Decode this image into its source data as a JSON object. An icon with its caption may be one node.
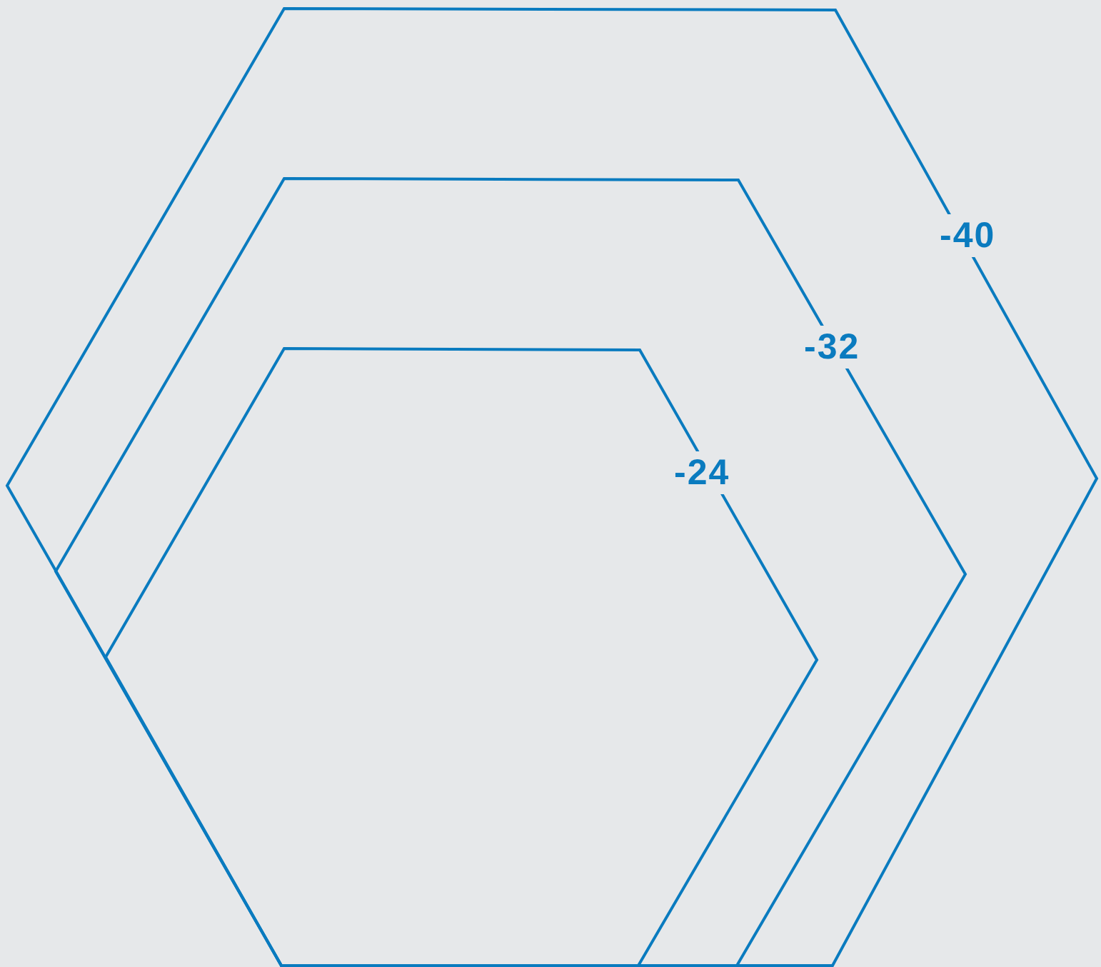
{
  "diagram": {
    "nodes": [
      {
        "text": [
          "-40"
        ]
      },
      {
        "text": [
          "-32"
        ],
        "in": 0
      },
      {
        "text": [
          "-24"
        ],
        "in": 1
      }
    ]
  }
}
